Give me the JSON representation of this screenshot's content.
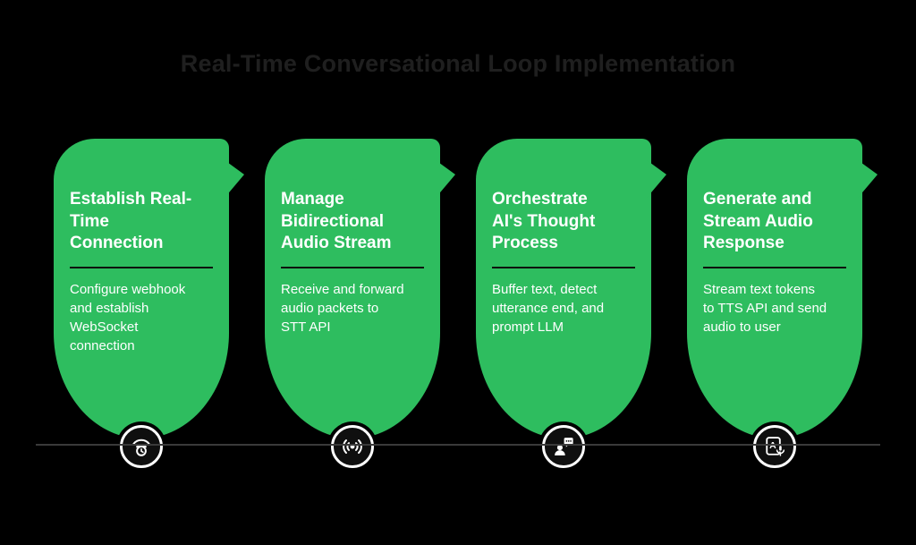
{
  "title": "Real-Time Conversational Loop Implementation",
  "theme": {
    "background": "#000000",
    "card_green": "#2ebd5f",
    "title_color": "#1f1f1f",
    "text_white": "#ffffff",
    "separator_color": "#0e0e0e",
    "line_color": "#3a3a3a",
    "icon_bg": "#0f0f0f",
    "icon_ring": "#ffffff"
  },
  "steps": [
    {
      "heading": "Establish Real-\nTime\nConnection",
      "description": "Configure webhook\nand establish\nWebSocket\nconnection",
      "icon": "wifi-clock-icon"
    },
    {
      "heading": "Manage\nBidirectional\nAudio Stream",
      "description": "Receive and forward\naudio packets to\nSTT API",
      "icon": "broadcast-icon"
    },
    {
      "heading": "Orchestrate\nAI's Thought\nProcess",
      "description": "Buffer text, detect\nutterance end, and\nprompt LLM",
      "icon": "person-chat-icon"
    },
    {
      "heading": "Generate and\nStream Audio\nResponse",
      "description": "Stream text tokens\nto TTS API and send\naudio to user",
      "icon": "text-to-speech-icon"
    }
  ]
}
